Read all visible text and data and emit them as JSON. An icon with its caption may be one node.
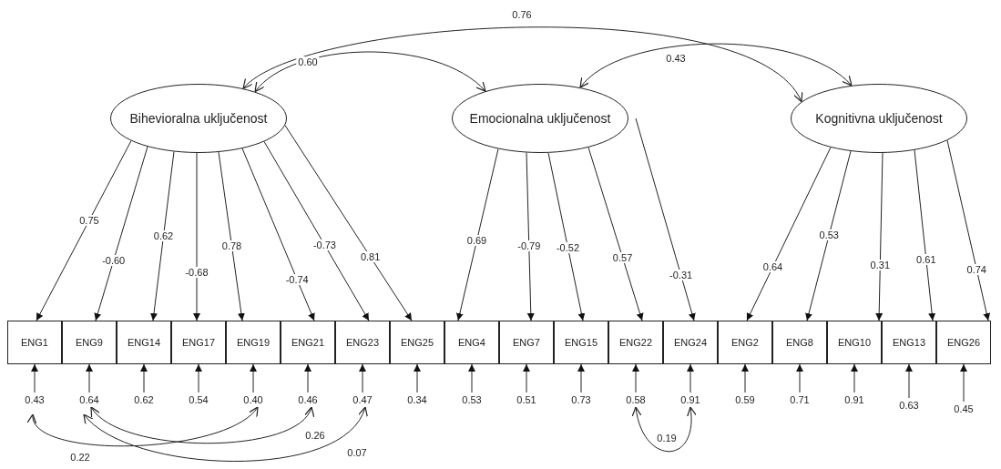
{
  "diagram": {
    "nodes": [
      {
        "text": [
          "Bihevioralna uključenost"
        ]
      },
      {
        "text": [
          "Emocionalna uključenost"
        ]
      },
      {
        "text": [
          "Kognitivna uključenost"
        ]
      },
      {
        "text": [
          "ENG1"
        ]
      },
      {
        "text": [
          "ENG9"
        ]
      },
      {
        "text": [
          "ENG14"
        ]
      },
      {
        "text": [
          "ENG17"
        ]
      },
      {
        "text": [
          "ENG19"
        ]
      },
      {
        "text": [
          "ENG21"
        ]
      },
      {
        "text": [
          "ENG23"
        ]
      },
      {
        "text": [
          "ENG25"
        ]
      },
      {
        "text": [
          "ENG4"
        ]
      },
      {
        "text": [
          "ENG7"
        ]
      },
      {
        "text": [
          "ENG15"
        ]
      },
      {
        "text": [
          "ENG22"
        ]
      },
      {
        "text": [
          "ENG24"
        ]
      },
      {
        "text": [
          "ENG2"
        ]
      },
      {
        "text": [
          "ENG8"
        ]
      },
      {
        "text": [
          "ENG10"
        ]
      },
      {
        "text": [
          "ENG13"
        ]
      },
      {
        "text": [
          "ENG26"
        ]
      },
      {
        "text": [
          "0.43"
        ]
      },
      {
        "text": [
          "0.64"
        ]
      },
      {
        "text": [
          "0.62"
        ]
      },
      {
        "text": [
          "0.54"
        ]
      },
      {
        "text": [
          "0.40"
        ]
      },
      {
        "text": [
          "0.46"
        ]
      },
      {
        "text": [
          "0.47"
        ]
      },
      {
        "text": [
          "0.34"
        ]
      },
      {
        "text": [
          "0.53"
        ]
      },
      {
        "text": [
          "0.51"
        ]
      },
      {
        "text": [
          "0.73"
        ]
      },
      {
        "text": [
          "0.58"
        ]
      },
      {
        "text": [
          "0.91"
        ]
      },
      {
        "text": [
          "0.59"
        ]
      },
      {
        "text": [
          "0.71"
        ]
      },
      {
        "text": [
          "0.91"
        ]
      },
      {
        "text": [
          "0.63"
        ]
      },
      {
        "text": [
          "0.45"
        ]
      }
    ],
    "edges": [
      {
        "from": 0,
        "to": 2,
        "arrow": "both",
        "label": "0.76"
      },
      {
        "from": 0,
        "to": 1,
        "arrow": "both",
        "label": "0.60"
      },
      {
        "from": 1,
        "to": 2,
        "arrow": "both",
        "label": "0.43"
      },
      {
        "from": 0,
        "to": 3,
        "arrow": "to",
        "label": "0.75"
      },
      {
        "from": 0,
        "to": 4,
        "arrow": "to",
        "label": "-0.60"
      },
      {
        "from": 0,
        "to": 5,
        "arrow": "to",
        "label": "0.62"
      },
      {
        "from": 0,
        "to": 6,
        "arrow": "to",
        "label": "-0.68"
      },
      {
        "from": 0,
        "to": 7,
        "arrow": "to",
        "label": "0.78"
      },
      {
        "from": 0,
        "to": 8,
        "arrow": "to",
        "label": "-0.74"
      },
      {
        "from": 0,
        "to": 9,
        "arrow": "to",
        "label": "-0.73"
      },
      {
        "from": 0,
        "to": 10,
        "arrow": "to",
        "label": "0.81"
      },
      {
        "from": 1,
        "to": 11,
        "arrow": "to",
        "label": "0.69"
      },
      {
        "from": 1,
        "to": 12,
        "arrow": "to",
        "label": "-0.79"
      },
      {
        "from": 1,
        "to": 13,
        "arrow": "to",
        "label": "-0.52"
      },
      {
        "from": 1,
        "to": 14,
        "arrow": "to",
        "label": "0.57"
      },
      {
        "from": 1,
        "to": 15,
        "arrow": "to",
        "label": "-0.31"
      },
      {
        "from": 2,
        "to": 16,
        "arrow": "to",
        "label": "0.64"
      },
      {
        "from": 2,
        "to": 17,
        "arrow": "to",
        "label": "0.53"
      },
      {
        "from": 2,
        "to": 18,
        "arrow": "to",
        "label": "0.31"
      },
      {
        "from": 2,
        "to": 19,
        "arrow": "to",
        "label": "0.61"
      },
      {
        "from": 2,
        "to": 20,
        "arrow": "to",
        "label": "0.74"
      },
      {
        "from": 21,
        "to": 3,
        "arrow": "to"
      },
      {
        "from": 22,
        "to": 4,
        "arrow": "to"
      },
      {
        "from": 23,
        "to": 5,
        "arrow": "to"
      },
      {
        "from": 24,
        "to": 6,
        "arrow": "to"
      },
      {
        "from": 25,
        "to": 7,
        "arrow": "to"
      },
      {
        "from": 26,
        "to": 8,
        "arrow": "to"
      },
      {
        "from": 27,
        "to": 9,
        "arrow": "to"
      },
      {
        "from": 28,
        "to": 10,
        "arrow": "to"
      },
      {
        "from": 29,
        "to": 11,
        "arrow": "to"
      },
      {
        "from": 30,
        "to": 12,
        "arrow": "to"
      },
      {
        "from": 31,
        "to": 13,
        "arrow": "to"
      },
      {
        "from": 32,
        "to": 14,
        "arrow": "to"
      },
      {
        "from": 33,
        "to": 15,
        "arrow": "to"
      },
      {
        "from": 34,
        "to": 16,
        "arrow": "to"
      },
      {
        "from": 35,
        "to": 17,
        "arrow": "to"
      },
      {
        "from": 36,
        "to": 18,
        "arrow": "to"
      },
      {
        "from": 37,
        "to": 19,
        "arrow": "to"
      },
      {
        "from": 38,
        "to": 20,
        "arrow": "to"
      },
      {
        "from": 21,
        "to": 25,
        "arrow": "both",
        "label": "0.22"
      },
      {
        "from": 22,
        "to": 26,
        "arrow": "both",
        "label": "0.26"
      },
      {
        "from": 22,
        "to": 27,
        "arrow": "both",
        "label": "0.07"
      },
      {
        "from": 32,
        "to": 33,
        "arrow": "both",
        "label": "0.19"
      }
    ]
  }
}
